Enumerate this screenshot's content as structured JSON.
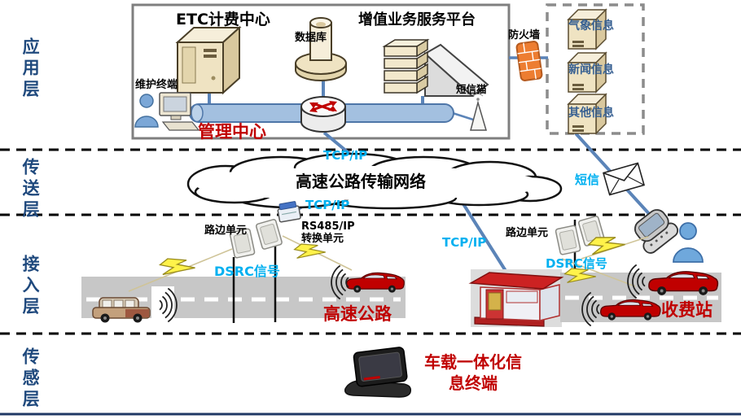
{
  "colors": {
    "layer_label_blue": "#1F497D",
    "accent_red": "#C00000",
    "accent_cyan": "#00B0F0",
    "line_blue": "#5B84B8",
    "info_label_blue": "#365F91",
    "firewall_orange": "#ED7D31"
  },
  "layers": [
    {
      "label": "应用层"
    },
    {
      "label": "传送层"
    },
    {
      "label": "接入层"
    },
    {
      "label": "传感层"
    }
  ],
  "application": {
    "etc_center_title": "ETC计费中心",
    "platform_title": "增值业务服务平台",
    "database_label": "数据库",
    "maintenance_label": "维护终端",
    "management_label": "管理中心",
    "sms_modem_label": "短信猫",
    "firewall_label": "防火墙",
    "info_services": [
      {
        "label": "气象信息"
      },
      {
        "label": "新闻信息"
      },
      {
        "label": "其他信息"
      }
    ]
  },
  "transport": {
    "cloud_label": "高速公路传输网络",
    "tcpip_top": "TCP/IP",
    "tcpip_mid": "TCP/IP",
    "tcpip_right": "TCP/IP",
    "sms_label": "短信"
  },
  "access": {
    "roadside_unit_left": "路边单元",
    "roadside_unit_right": "路边单元",
    "converter_line1": "RS485/IP",
    "converter_line2": "转换单元",
    "dsrc_left": "DSRC信号",
    "dsrc_right": "DSRC信号",
    "highway_label": "高速公路",
    "toll_label": "收费站"
  },
  "sensing": {
    "terminal_line1": "车载一体化信",
    "terminal_line2": "息终端"
  }
}
